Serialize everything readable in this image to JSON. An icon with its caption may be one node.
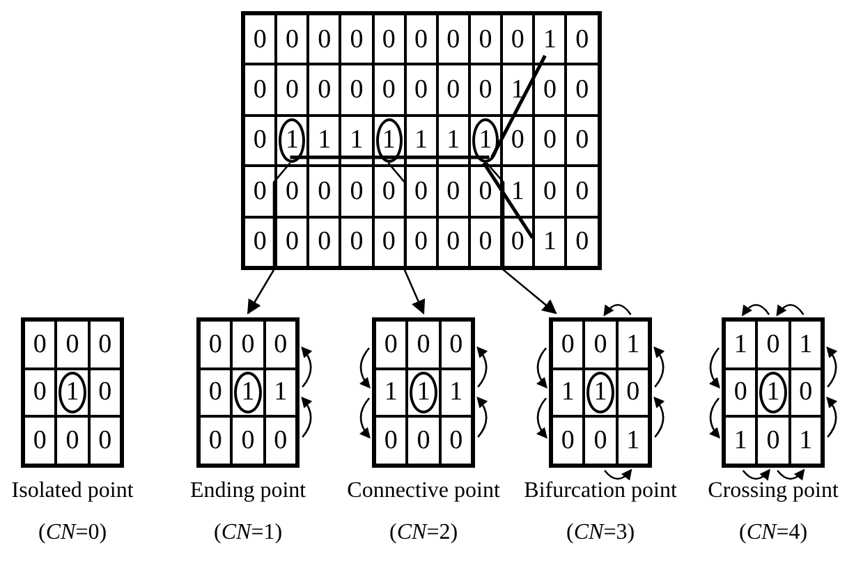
{
  "diagram": {
    "nodes": [
      {
        "text": [],
        "shape": "box"
      },
      {
        "text": [
          "1"
        ],
        "in": 0
      },
      {
        "text": [
          "1"
        ],
        "in": 0
      },
      {
        "text": [
          "1"
        ],
        "in": 0
      },
      {
        "text": [
          "Isolated point",
          "(*CN*=0)"
        ]
      },
      {
        "text": [
          "Ending point",
          "(*CN*=1)"
        ]
      },
      {
        "text": [
          "Connective point",
          "(*CN*=2)"
        ]
      },
      {
        "text": [
          "Bifurcation point",
          "(*CN*=3)"
        ]
      },
      {
        "text": [
          "Crossing point",
          "(*CN*=4)"
        ]
      }
    ],
    "edges": [
      {
        "from": 1,
        "to": 5,
        "arrow": "to"
      },
      {
        "from": 2,
        "to": 6,
        "arrow": "to"
      },
      {
        "from": 3,
        "to": 7,
        "arrow": "to"
      }
    ],
    "labels": [
      "0",
      "0",
      "0",
      "0",
      "0",
      "0",
      "0",
      "0",
      "0",
      "1",
      "0",
      "0",
      "0",
      "0",
      "0",
      "0",
      "0",
      "0",
      "0",
      "1",
      "0",
      "0",
      "0",
      "1",
      "1",
      "1",
      "1",
      "0",
      "0",
      "0",
      "0",
      "0",
      "0",
      "0",
      "0",
      "0",
      "0",
      "0",
      "1",
      "0",
      "0",
      "0",
      "0",
      "0",
      "0",
      "0",
      "0",
      "0",
      "0",
      "0",
      "1",
      "0",
      "0",
      "0",
      "0",
      "0",
      "1",
      "0",
      "0",
      "0",
      "0",
      "0",
      "0",
      "0",
      "0",
      "1",
      "1",
      "0",
      "0",
      "0",
      "0",
      "0",
      "0",
      "1",
      "1",
      "1",
      "0",
      "0",
      "0",
      "0",
      "0",
      "1",
      "1",
      "1",
      "0",
      "0",
      "0",
      "1",
      "1",
      "0",
      "1",
      "0",
      "1",
      "0",
      "1",
      "0",
      "1"
    ]
  }
}
